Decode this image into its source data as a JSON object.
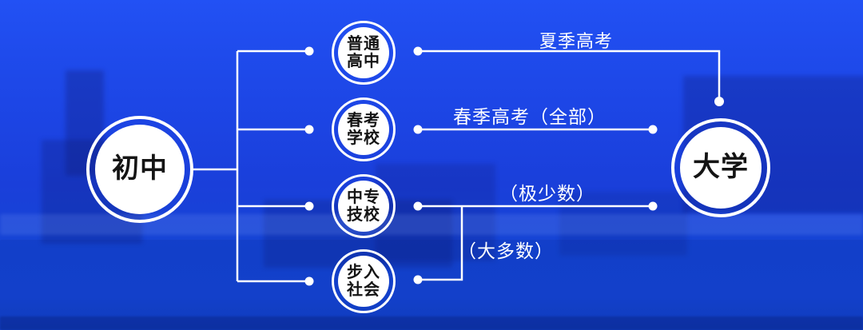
{
  "diagram": {
    "source_node": {
      "label": "初中"
    },
    "middle_nodes": [
      {
        "label": "普通\n高中"
      },
      {
        "label": "春考\n学校"
      },
      {
        "label": "中专\n技校"
      },
      {
        "label": "步入\n社会"
      }
    ],
    "target_node": {
      "label": "大学"
    },
    "edge_labels": [
      {
        "text": "夏季高考"
      },
      {
        "text": "春季高考（全部）"
      },
      {
        "text": "（极少数）"
      },
      {
        "text": "（大多数）"
      }
    ],
    "colors": {
      "background_blue": "#1c44e3",
      "line_white": "#ffffff",
      "node_fill": "#ffffff",
      "node_text": "#141414",
      "label_text": "#ffffff"
    }
  }
}
